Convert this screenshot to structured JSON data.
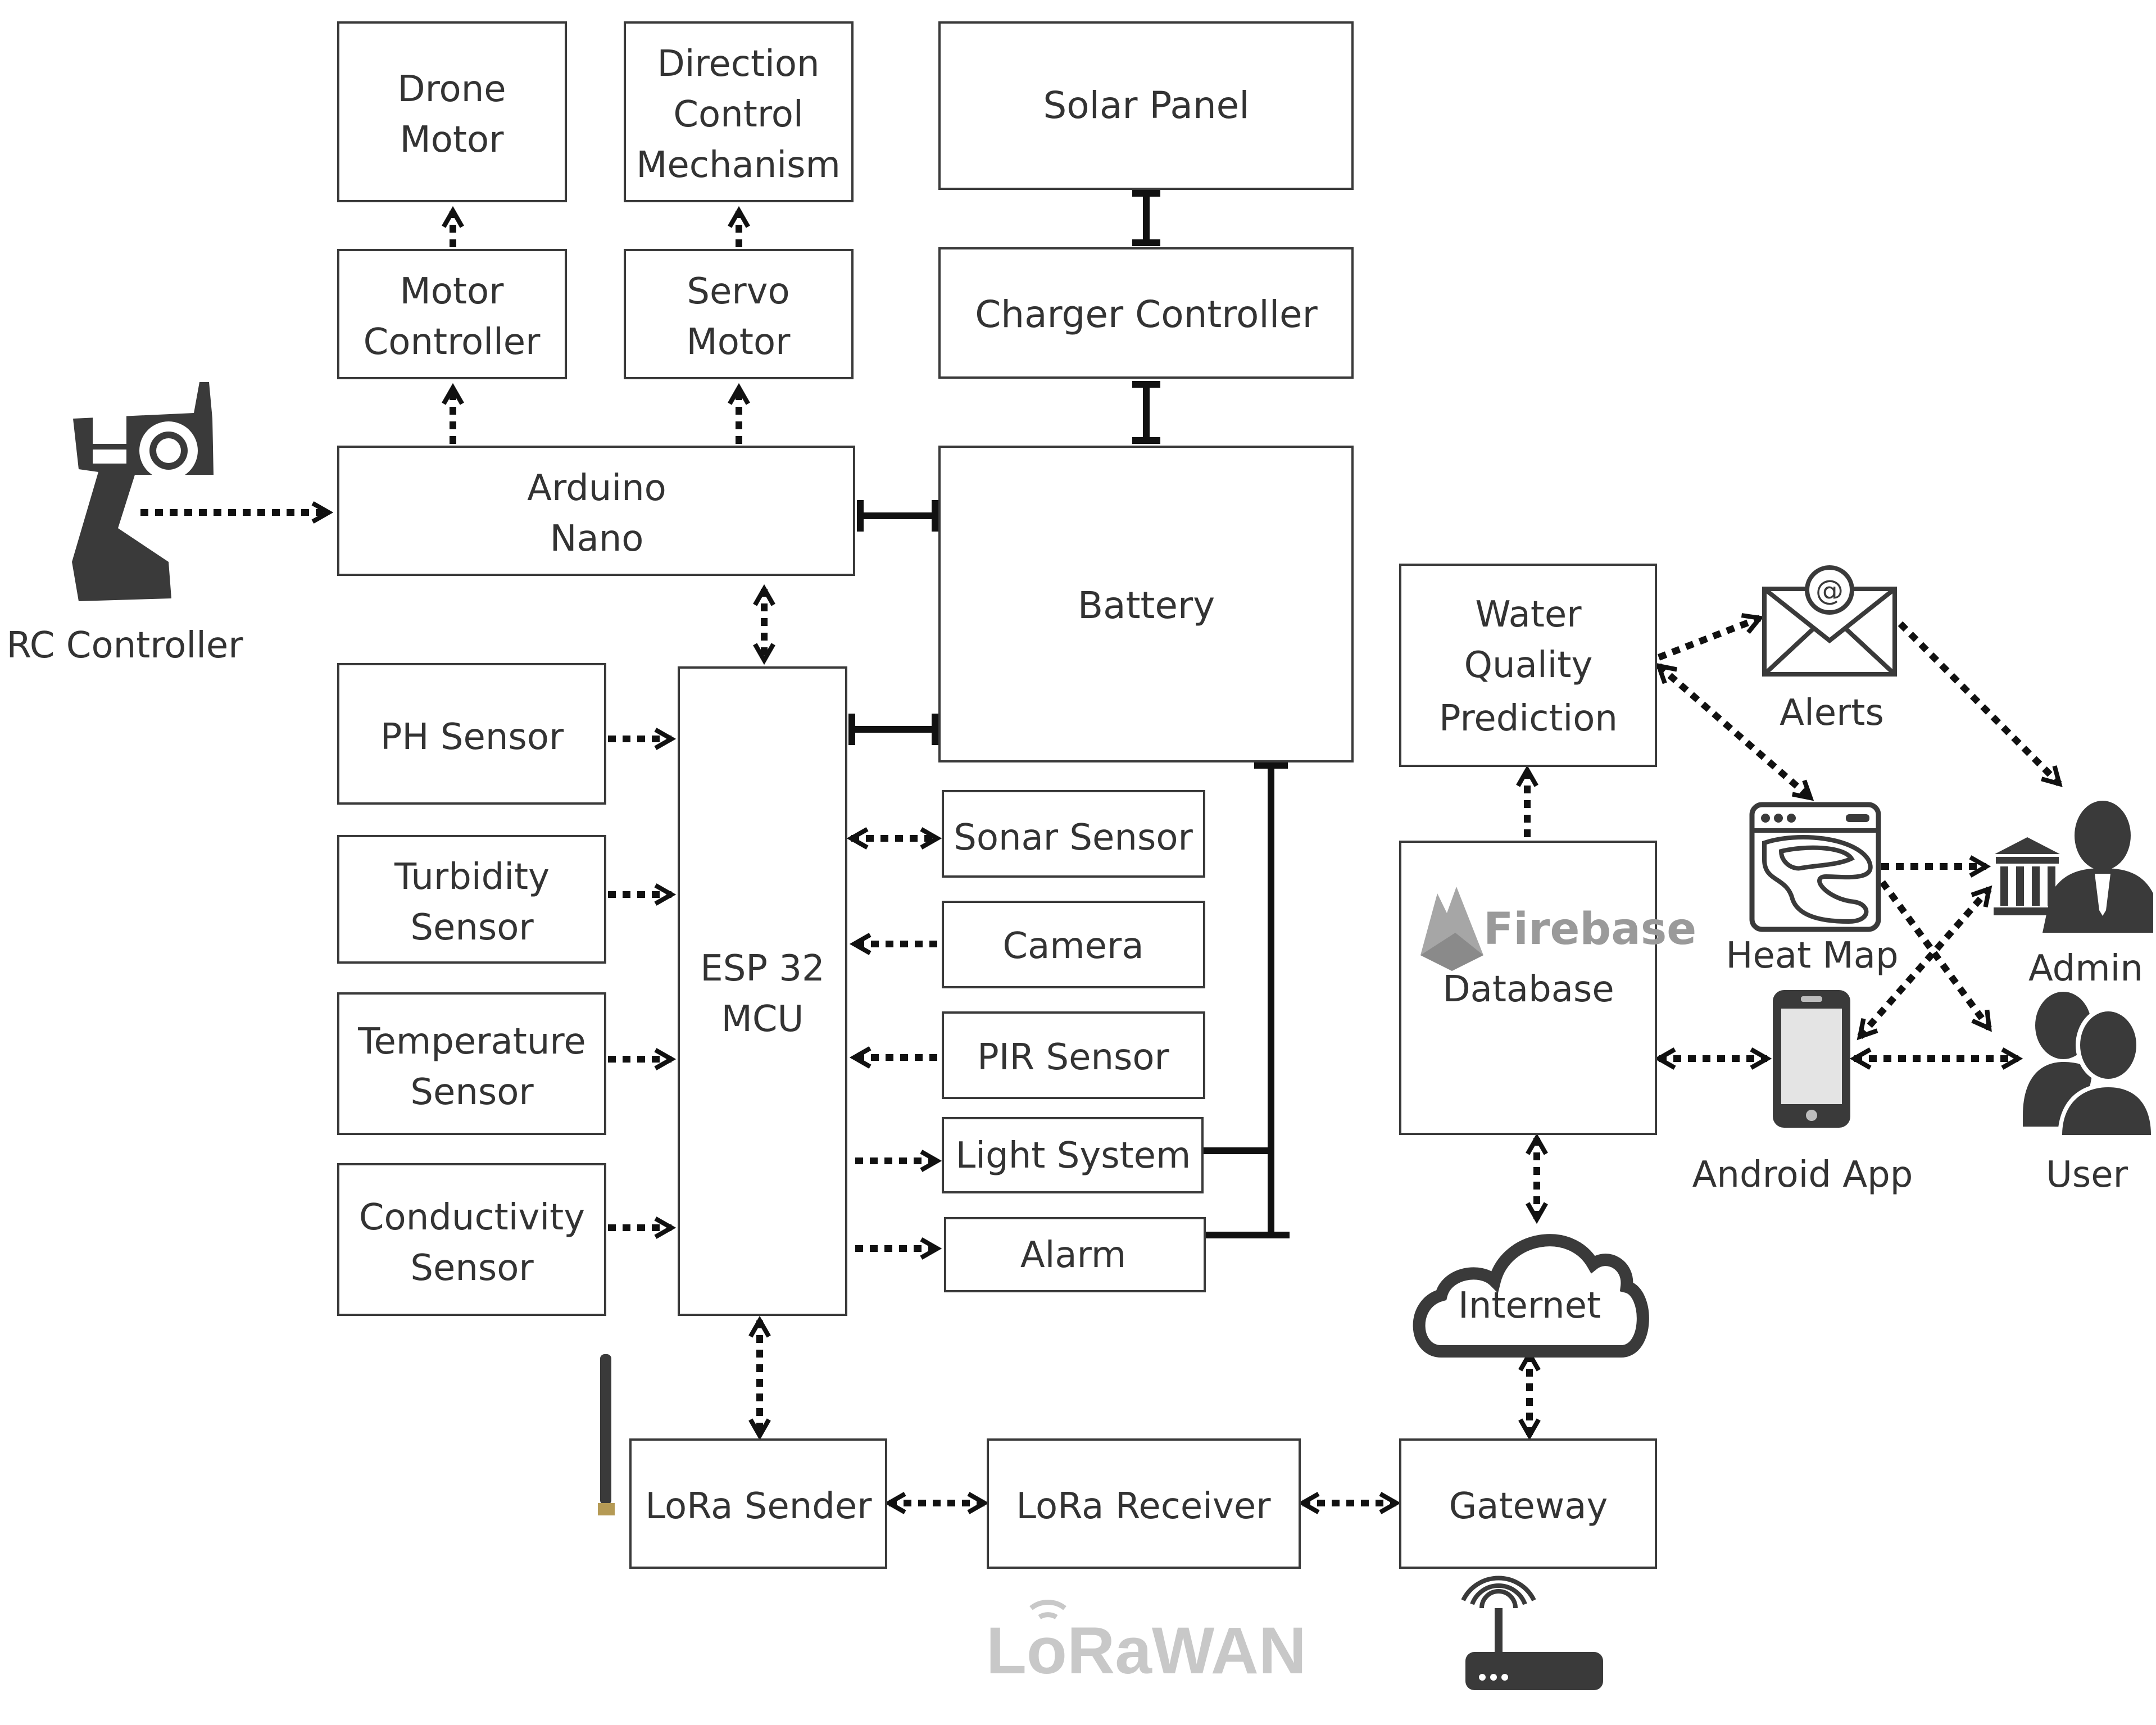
{
  "blocks": {
    "drone_motor": [
      "Drone",
      "Motor"
    ],
    "direction_control": [
      "Direction",
      "Control",
      "Mechanism"
    ],
    "solar_panel": [
      "Solar Panel"
    ],
    "motor_controller": [
      "Motor",
      "Controller"
    ],
    "servo_motor": [
      "Servo",
      "Motor"
    ],
    "charger_controller": [
      "Charger Controller"
    ],
    "arduino_nano": [
      "Arduino",
      "Nano"
    ],
    "battery": [
      "Battery"
    ],
    "ph_sensor": [
      "PH Sensor"
    ],
    "turbidity_sensor": [
      "Turbidity",
      "Sensor"
    ],
    "temperature_sensor": [
      "Temperature",
      "Sensor"
    ],
    "conductivity_sensor": [
      "Conductivity",
      "Sensor"
    ],
    "esp32": [
      "ESP 32",
      "MCU"
    ],
    "sonar_sensor": [
      "Sonar Sensor"
    ],
    "camera": [
      "Camera"
    ],
    "pir_sensor": [
      "PIR Sensor"
    ],
    "light_system": [
      "Light System"
    ],
    "alarm": [
      "Alarm"
    ],
    "water_quality": [
      "Water",
      "Quality",
      "Prediction"
    ],
    "firebase_db": [
      "Database"
    ],
    "lora_sender": [
      "LoRa Sender"
    ],
    "lora_receiver": [
      "LoRa Receiver"
    ],
    "gateway": [
      "Gateway"
    ]
  },
  "icon_labels": {
    "rc_controller": "RC Controller",
    "alerts": "Alerts",
    "heat_map": "Heat Map",
    "admin": "Admin",
    "android_app": "Android App",
    "user": "User",
    "internet": "Internet",
    "firebase_logo": "Firebase",
    "lorawan_logo": "LoRaWAN"
  },
  "colors": {
    "firebase_orange": "#b0b0b0",
    "lorawan_grey": "#c8c8c8"
  }
}
